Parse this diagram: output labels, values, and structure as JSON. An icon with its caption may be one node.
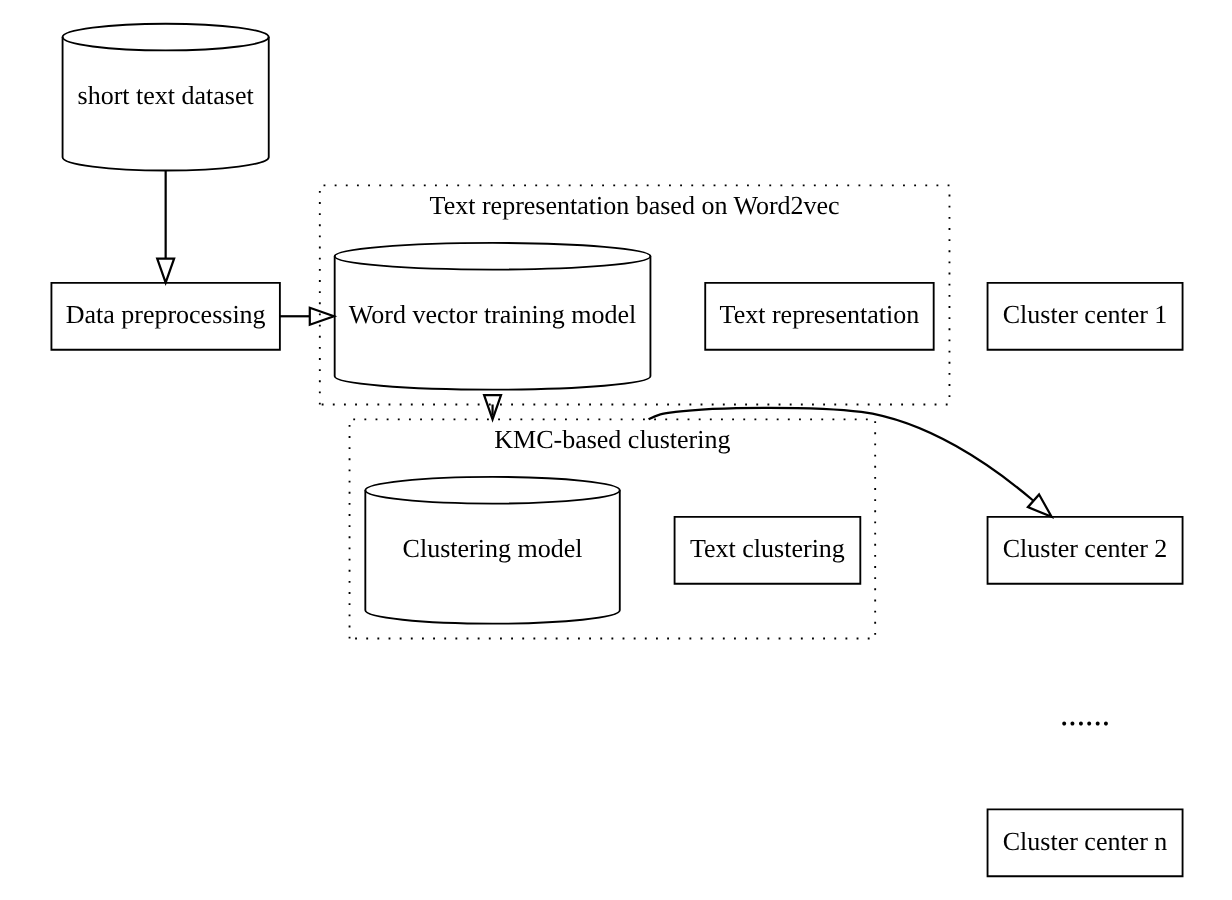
{
  "diagram": {
    "nodes": [
      {
        "text": [
          "short text dataset"
        ]
      },
      {
        "text": [
          "Data preprocessing"
        ]
      },
      {
        "text": [
          "Text representation based on Word2vec"
        ]
      },
      {
        "text": [
          "Word vector training model"
        ],
        "in": 2
      },
      {
        "text": [
          "Text representation"
        ],
        "in": 2
      },
      {
        "text": [
          "KMC-based clustering"
        ]
      },
      {
        "text": [
          "Clustering model"
        ],
        "in": 5
      },
      {
        "text": [
          "Text clustering"
        ],
        "in": 5
      },
      {
        "text": [
          "Cluster center 1"
        ]
      },
      {
        "text": [
          "Cluster center 2"
        ]
      },
      {
        "text": [
          "Cluster center n"
        ]
      }
    ],
    "edges": [
      {
        "from": 0,
        "to": 1,
        "arrow": "to"
      },
      {
        "from": 1,
        "to": 3,
        "arrow": "to"
      },
      {
        "from": 2,
        "to": 5,
        "arrow": "to"
      },
      {
        "from": 5,
        "to": 9,
        "arrow": "to"
      }
    ],
    "labels": [
      "......"
    ]
  }
}
